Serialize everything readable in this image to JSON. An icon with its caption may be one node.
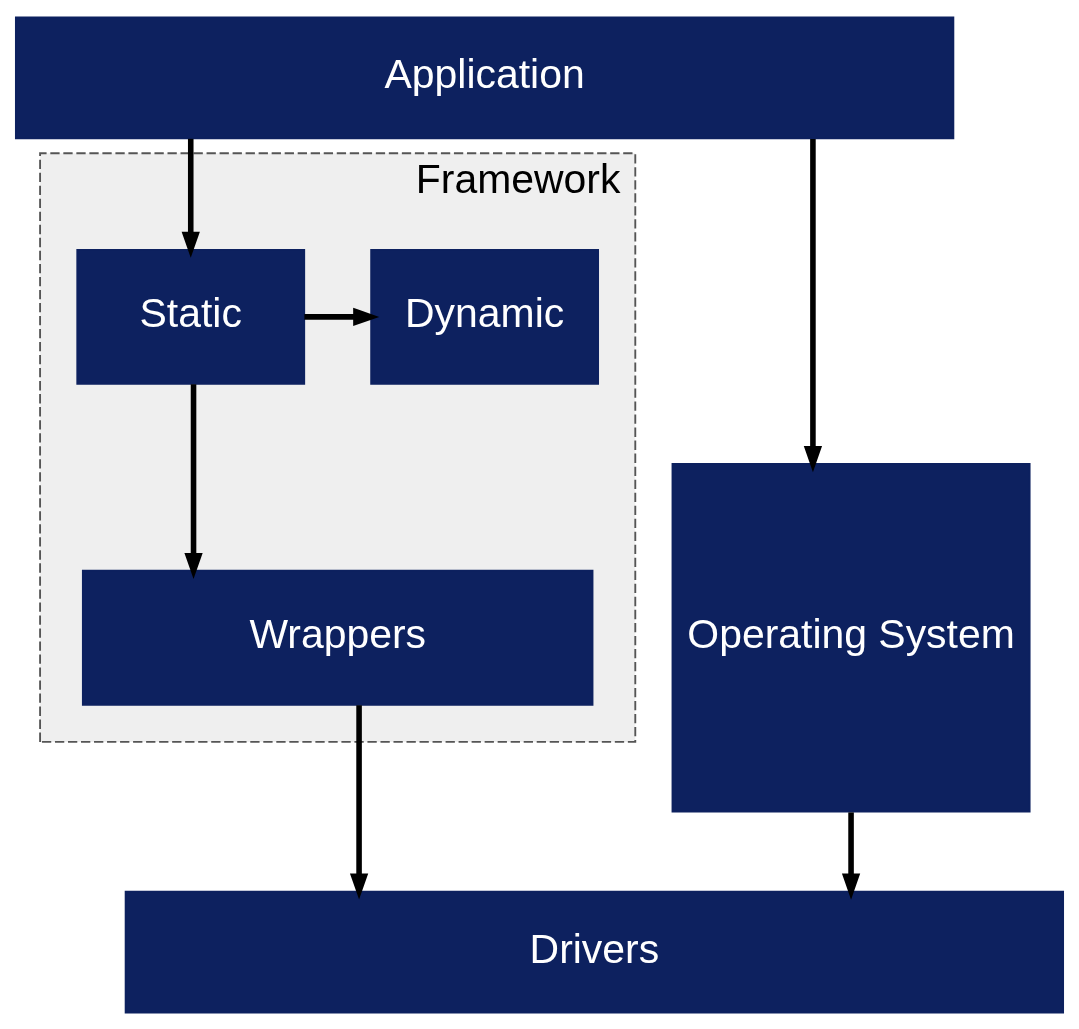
{
  "diagram": {
    "nodes": [
      {
        "text": [
          "Application"
        ]
      },
      {
        "text": [
          "Operating System"
        ]
      },
      {
        "text": [
          "Framework"
        ]
      },
      {
        "text": [
          "Static"
        ],
        "in": 2
      },
      {
        "text": [
          "Dynamic"
        ],
        "in": 2
      },
      {
        "text": [
          "Wrappers"
        ],
        "in": 2
      },
      {
        "text": [
          "Drivers"
        ]
      }
    ],
    "edges": [
      {
        "from": 0,
        "to": 1,
        "arrow": "to"
      },
      {
        "from": 0,
        "to": 3,
        "arrow": "to"
      },
      {
        "from": 3,
        "to": 4,
        "arrow": "to"
      },
      {
        "from": 3,
        "to": 5,
        "arrow": "to"
      },
      {
        "from": 1,
        "to": 6,
        "arrow": "to"
      },
      {
        "from": 5,
        "to": 6,
        "arrow": "to"
      }
    ]
  }
}
